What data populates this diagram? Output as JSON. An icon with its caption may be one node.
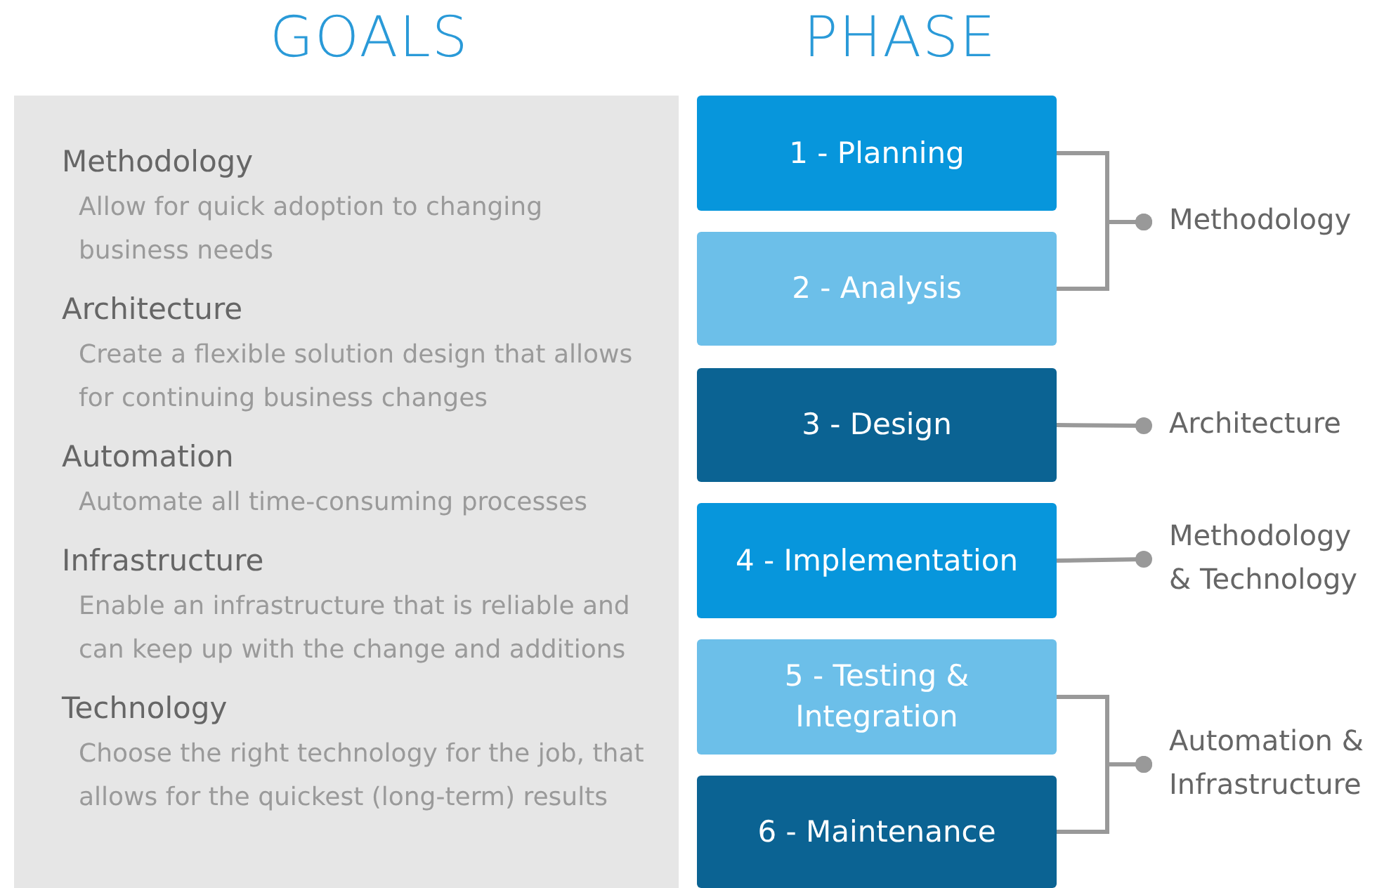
{
  "diagram": {
    "nodes": [
      {
        "text": [
          "Methodology",
          "Allow for quick adoption to changing business needs",
          "Architecture",
          "Create a flexible solution design that allows for continuing business changes",
          "Automation",
          "Automate all time-consuming processes",
          "Infrastructure",
          "Enable an infrastructure that is reliable and can keep up with the change and additions",
          "Technology",
          "Choose the right technology for the job, that allows for the quickest (long-term) results"
        ]
      },
      {
        "text": [
          "1 - Planning"
        ]
      },
      {
        "text": [
          "2 - Analysis"
        ]
      },
      {
        "text": [
          "3 - Design"
        ]
      },
      {
        "text": [
          "4 - Implementation"
        ]
      },
      {
        "text": [
          "5 - Testing & Integration"
        ]
      },
      {
        "text": [
          "6 - Maintenance"
        ]
      },
      {
        "text": [
          "Methodology"
        ]
      },
      {
        "text": [
          "Architecture"
        ]
      },
      {
        "text": [
          "Methodology & Technology"
        ]
      },
      {
        "text": [
          "Automation & Infrastructure"
        ]
      }
    ],
    "edges": [
      {
        "from": 1,
        "to": 7,
        "arrow": "other"
      },
      {
        "from": 2,
        "to": 7,
        "arrow": "other"
      },
      {
        "from": 3,
        "to": 8,
        "arrow": "other"
      },
      {
        "from": 4,
        "to": 9,
        "arrow": "other"
      },
      {
        "from": 5,
        "to": 10,
        "arrow": "other"
      },
      {
        "from": 6,
        "to": 10,
        "arrow": "other"
      }
    ],
    "labels": [
      "GOALS",
      "PHASE"
    ]
  }
}
